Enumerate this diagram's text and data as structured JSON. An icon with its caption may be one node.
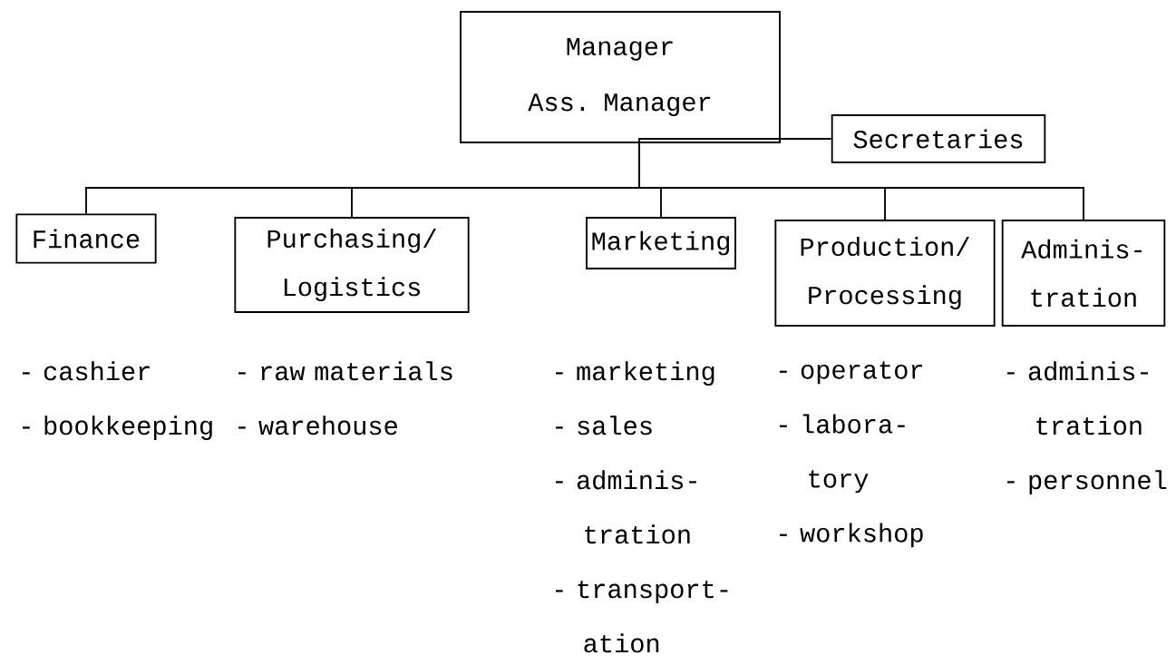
{
  "diagram": {
    "nodes": [
      {
        "text": [
          "Manager",
          "Ass. Manager"
        ]
      },
      {
        "text": [
          "Secretaries"
        ]
      },
      {
        "text": [
          "Finance"
        ],
        "beside": [
          "- cashier",
          "- bookkeeping"
        ]
      },
      {
        "text": [
          "Purchasing/ Logistics"
        ],
        "beside": [
          "- raw materials",
          "- warehouse"
        ]
      },
      {
        "text": [
          "Marketing"
        ],
        "beside": [
          "- marketing",
          "- sales",
          "- adminis- tration",
          "- transport- ation"
        ]
      },
      {
        "text": [
          "Production/ Processing"
        ],
        "beside": [
          "- operator",
          "- labora- tory",
          "- workshop"
        ]
      },
      {
        "text": [
          "Adminis- tration"
        ],
        "beside": [
          "- adminis- tration",
          "- personnel"
        ]
      }
    ],
    "edges": [
      {
        "from": 0,
        "to": 1,
        "arrow": "none"
      },
      {
        "from": 0,
        "to": 2,
        "arrow": "none"
      },
      {
        "from": 0,
        "to": 3,
        "arrow": "none"
      },
      {
        "from": 0,
        "to": 4,
        "arrow": "none"
      },
      {
        "from": 0,
        "to": 5,
        "arrow": "none"
      },
      {
        "from": 0,
        "to": 6,
        "arrow": "none"
      }
    ]
  }
}
